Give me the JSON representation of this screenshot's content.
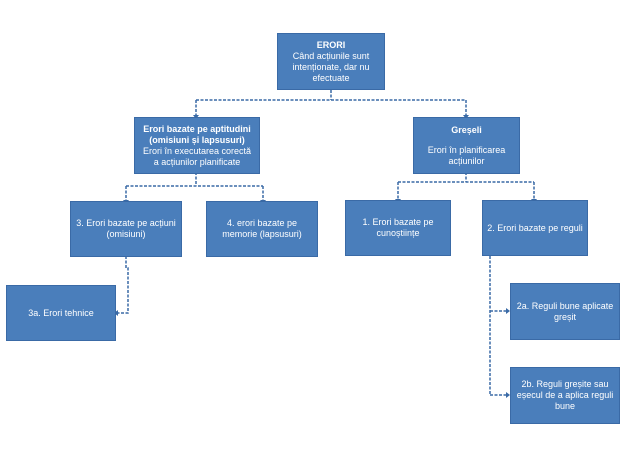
{
  "nodes": {
    "root": {
      "title": "ERORI",
      "lines": [
        "Când acțiunile sunt",
        "intenționate, dar nu",
        "efectuate"
      ]
    },
    "skill": {
      "title_lines": [
        "Erori bazate pe aptitudini",
        "(omisiuni și lapsusuri)"
      ],
      "lines": [
        "Erori în executarea corectă",
        "a acțiunilor planificate"
      ]
    },
    "mistakes": {
      "title": "Greșeli",
      "lines": [
        "Erori în planificarea",
        "acțiunilor"
      ]
    },
    "n3": {
      "lines": [
        "3. Erori bazate pe acțiuni",
        "(omisiuni)"
      ]
    },
    "n4": {
      "lines": [
        "4. erori bazate pe",
        "memorie (lapsusuri)"
      ]
    },
    "n1": {
      "lines": [
        "1. Erori bazate pe",
        "cunoștiințe"
      ]
    },
    "n2": {
      "lines": [
        "2. Erori bazate pe reguli"
      ]
    },
    "n3a": {
      "lines": [
        "3a. Erori tehnice"
      ]
    },
    "n2a": {
      "lines": [
        "2a. Reguli bune aplicate",
        "greșit"
      ]
    },
    "n2b": {
      "lines": [
        "2b. Reguli greșite sau",
        "eșecul de a aplica reguli",
        "bune"
      ]
    }
  },
  "colors": {
    "box_fill": "#4a7ebb",
    "box_border": "#3a6aa6",
    "connector": "#3a6aa6",
    "text": "#ffffff"
  }
}
